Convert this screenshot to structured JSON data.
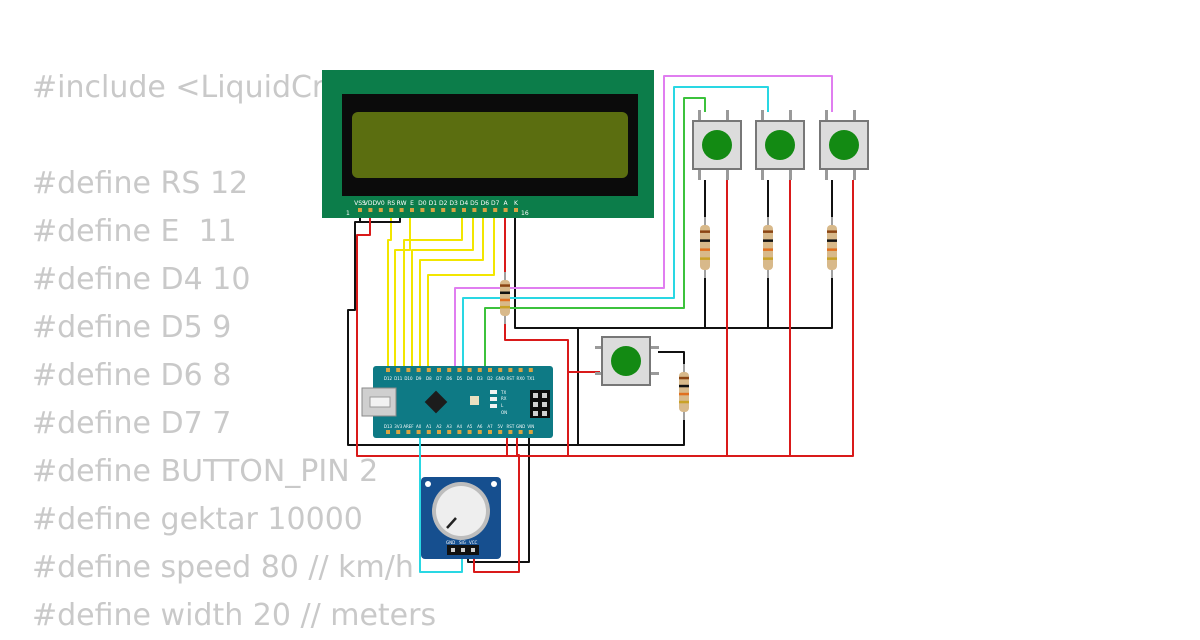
{
  "code_lines": [
    "#include <LiquidCrystal.h>",
    "",
    "#define RS 12",
    "#define E  11",
    "#define D4 10",
    "#define D5 9",
    "#define D6 8",
    "#define D7 7",
    "#define BUTTON_PIN 2",
    "#define gektar 10000",
    "#define speed 80 // km/h",
    "#define width 20 // meters"
  ],
  "lcd": {
    "pin_labels": [
      "VSS",
      "VDD",
      "V0",
      "RS",
      "RW",
      "E",
      "D0",
      "D1",
      "D2",
      "D3",
      "D4",
      "D5",
      "D6",
      "D7",
      "A",
      "K"
    ],
    "first_pin": "1",
    "last_pin": "16"
  },
  "nano": {
    "top_labels": [
      "D12",
      "D11",
      "D10",
      "D9",
      "D8",
      "D7",
      "D6",
      "D5",
      "D4",
      "D3",
      "D2",
      "GND",
      "RST",
      "RX0",
      "TX1"
    ],
    "bottom_labels": [
      "D13",
      "3V3",
      "AREF",
      "A0",
      "A1",
      "A2",
      "A3",
      "A4",
      "A5",
      "A6",
      "A7",
      "5V",
      "RST",
      "GND",
      "VIN"
    ],
    "side_labels": [
      "TX",
      "RX",
      "L",
      "ON"
    ]
  },
  "pot": {
    "pin_labels": [
      "GND",
      "SIG",
      "VCC"
    ]
  },
  "colors": {
    "wire_black": "#111111",
    "wire_red": "#d91a1a",
    "wire_yellow": "#f2e600",
    "wire_cyan": "#29d7e3",
    "wire_violet": "#e07ef0",
    "wire_green": "#3cc23c",
    "lcd_board": "#0c7d4a",
    "lcd_screen": "#5b6e10",
    "nano_board": "#0e7a85",
    "button_cap": "#138a13",
    "pot_board": "#164f8f"
  }
}
